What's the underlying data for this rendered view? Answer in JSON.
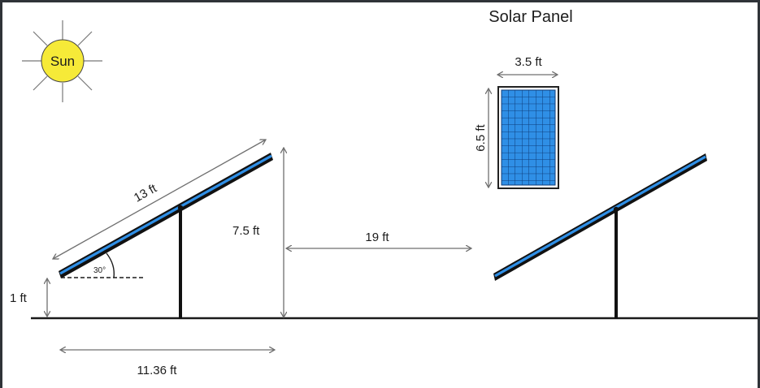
{
  "title": "Solar Panel",
  "sun_label": "Sun",
  "dimensions": {
    "panel_length": "13 ft",
    "tilt_angle": "30°",
    "front_height": "1 ft",
    "top_height": "7.5 ft",
    "row_spacing": "19 ft",
    "horizontal_run": "11.36 ft",
    "panel_width": "3.5 ft",
    "panel_height": "6.5 ft"
  },
  "colors": {
    "panel_blue": "#2f8fe6",
    "sun_yellow": "#f6ea38",
    "frame_dark": "#111111"
  }
}
